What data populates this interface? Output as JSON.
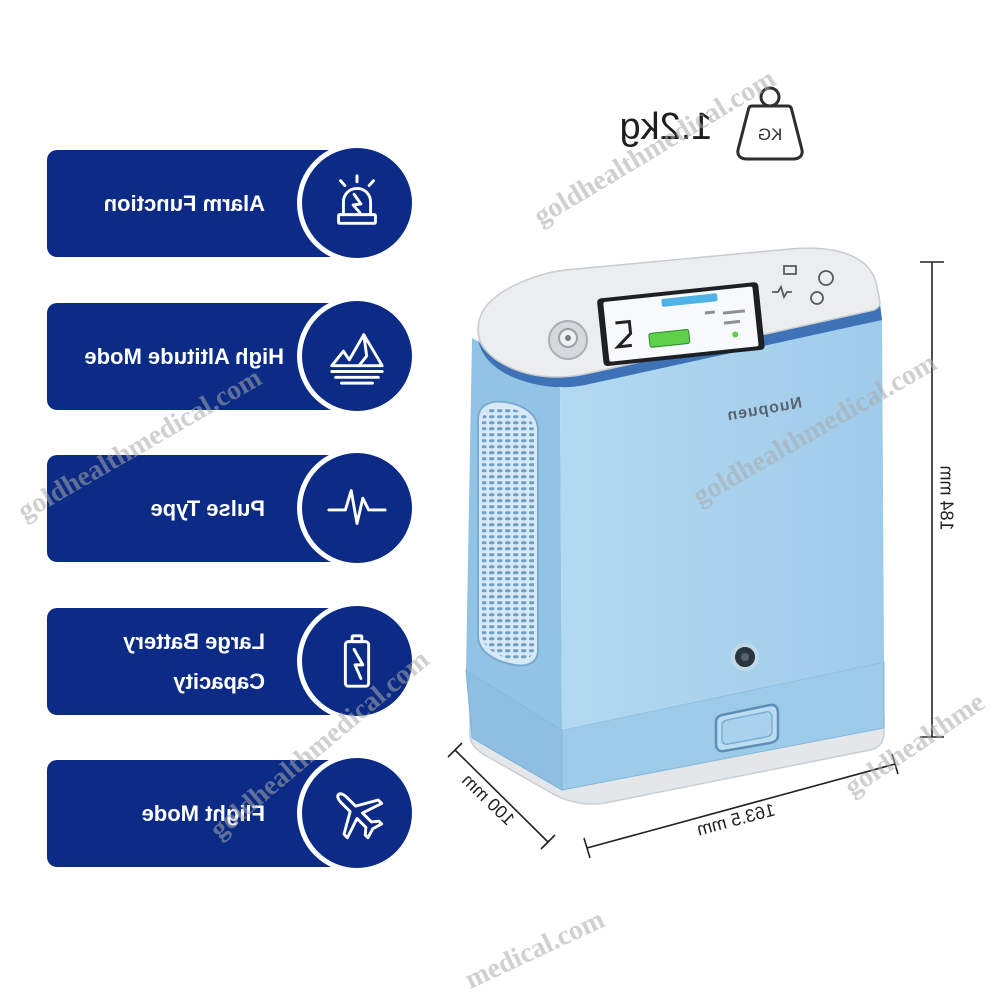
{
  "features": [
    {
      "label": "Alarm Function",
      "icon": "alarm-icon"
    },
    {
      "label": "High Altitude Mode",
      "icon": "mountain-icon"
    },
    {
      "label": "Pulse Type",
      "icon": "pulse-icon"
    },
    {
      "label": "Large Battery Capacity",
      "icon": "battery-icon"
    },
    {
      "label": "Flight Mode",
      "icon": "airplane-icon"
    }
  ],
  "weight": {
    "value": "1.2kg",
    "badge": "KG",
    "icon": "weight-icon"
  },
  "dimensions": {
    "height": "184 mm",
    "width": "163.5 mm",
    "depth": "100 mm"
  },
  "product": {
    "brand": "Nuopuen"
  },
  "watermarks": [
    "goldhealthmedical.com",
    "goldhealthmedical.com",
    "goldhealthmedical.com",
    "goldhealthmedical.com",
    "goldhealthme",
    "medical.com"
  ],
  "colors": {
    "feature_navy": "#0b2b86",
    "device_blue": "#a9d3ef",
    "device_side_blue": "#92c3e5",
    "lid_gray": "#ebedef",
    "lid_band_blue": "#3d72b6",
    "screen_green": "#5ed04a"
  }
}
